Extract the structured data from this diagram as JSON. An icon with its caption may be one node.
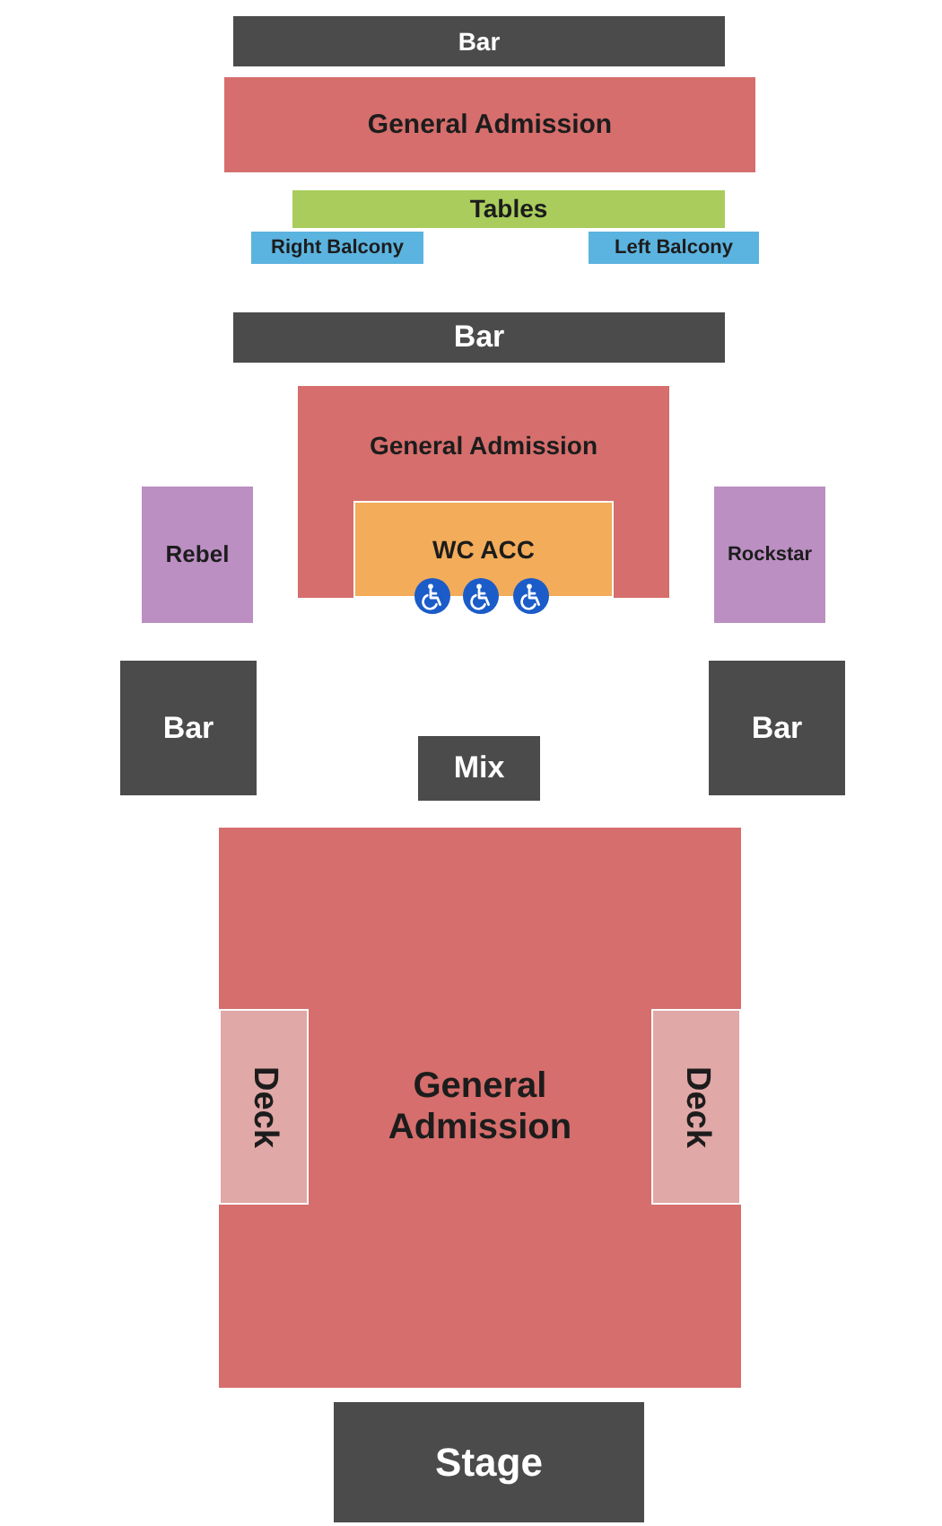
{
  "diagram": {
    "nodes": [
      {
        "text": [
          "Bar"
        ]
      },
      {
        "text": [
          "General Admission"
        ]
      },
      {
        "text": [
          "Tables"
        ]
      },
      {
        "text": [
          "Right Balcony"
        ]
      },
      {
        "text": [
          "Left Balcony"
        ]
      },
      {
        "text": [
          "Bar"
        ]
      },
      {
        "text": [
          "General Admission"
        ]
      },
      {
        "text": [
          "WC ACC"
        ],
        "in": 6
      },
      {
        "text": [
          "Rebel"
        ]
      },
      {
        "text": [
          "Rockstar"
        ]
      },
      {
        "text": [
          "Bar"
        ]
      },
      {
        "text": [
          "Bar"
        ]
      },
      {
        "text": [
          "Mix"
        ]
      },
      {
        "text": [
          "General Admission"
        ]
      },
      {
        "text": [
          "Deck"
        ],
        "in": 13
      },
      {
        "text": [
          "Deck"
        ],
        "in": 13
      },
      {
        "text": [
          "Stage"
        ]
      }
    ]
  }
}
